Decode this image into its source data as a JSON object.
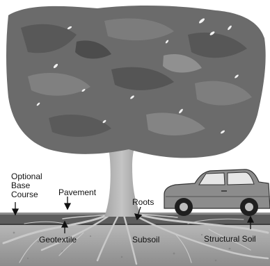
{
  "diagram": {
    "labels": {
      "optional_base_course": [
        "Optional",
        "Base",
        "Course"
      ],
      "pavement": "Pavement",
      "roots": "Roots",
      "geotextile": "Geotextile",
      "subsoil": "Subsoil",
      "structural_soil": "Structural Soil"
    },
    "colors": {
      "canopy": "#6b6b6b",
      "canopy_dark": "#4e4e4e",
      "canopy_light": "#8a8a8a",
      "trunk": "#a8a8a8",
      "roots": "#b5b5b5",
      "pavement": "#5a5a5a",
      "soil": "#9d9d9d",
      "car_body": "#8c8c8c"
    }
  }
}
